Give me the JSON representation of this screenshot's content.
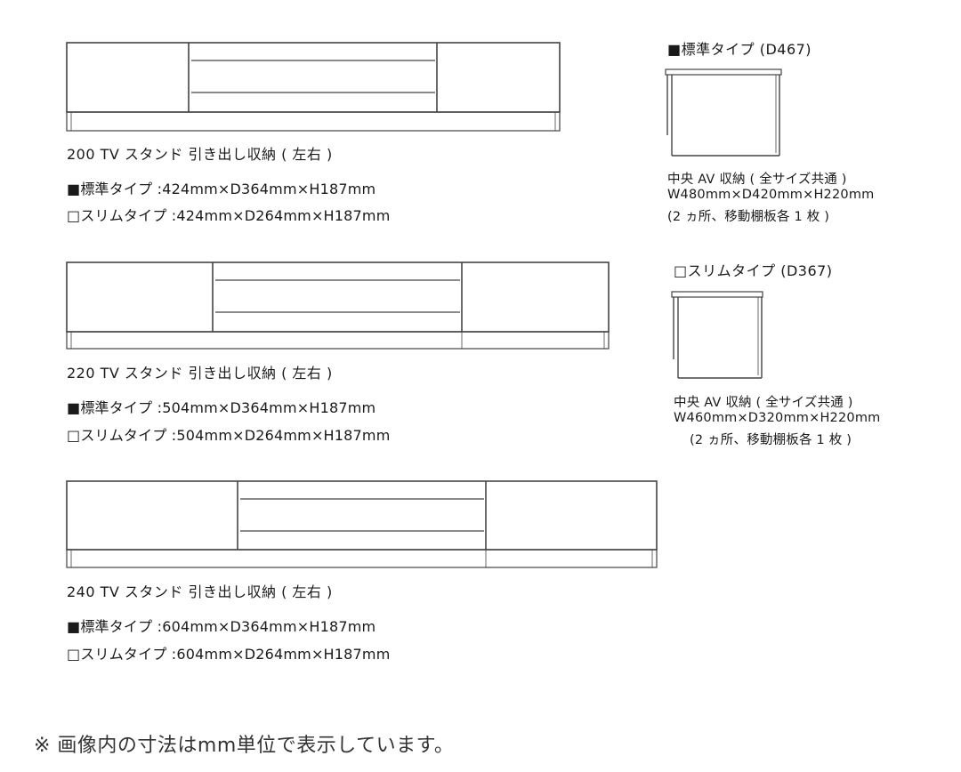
{
  "stands": [
    {
      "title": "200 TV スタンド  引き出し収納 ( 左右 )",
      "standard": "■標準タイプ :424mm×D364mm×H187mm",
      "slim": "□スリムタイプ :424mm×D264mm×H187mm"
    },
    {
      "title": "220 TV スタンド  引き出し収納 ( 左右 )",
      "standard": "■標準タイプ :504mm×D364mm×H187mm",
      "slim": "□スリムタイプ :504mm×D264mm×H187mm"
    },
    {
      "title": "240 TV スタンド  引き出し収納 ( 左右 )",
      "standard": "■標準タイプ :604mm×D364mm×H187mm",
      "slim": "□スリムタイプ :604mm×D264mm×H187mm"
    }
  ],
  "side_views": [
    {
      "heading": "■標準タイプ (D467)",
      "line1": "中央 AV 収納 ( 全サイズ共通 )",
      "line2": "W480mm×D420mm×H220mm",
      "line3": "(2 ヵ所、移動棚板各 1 枚 )"
    },
    {
      "heading": "□スリムタイプ (D367)",
      "line1": "中央 AV 収納 ( 全サイズ共通 )",
      "line2": "W460mm×D320mm×H220mm",
      "line3": "(2 ヵ所、移動棚板各 1 枚 )"
    }
  ],
  "note": "※ 画像内の寸法はmm単位で表示しています。"
}
